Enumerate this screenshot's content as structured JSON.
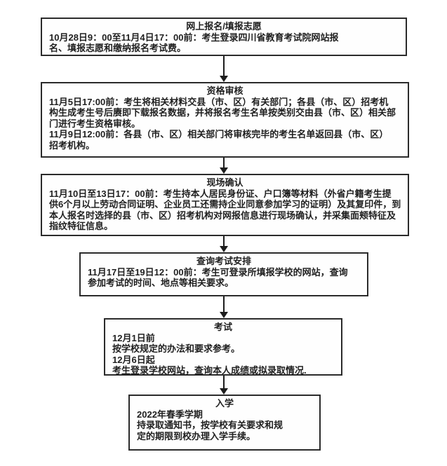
{
  "colors": {
    "background": "#ffffff",
    "line_color": "#2b2b2b",
    "text_color": "#1f1f1f"
  },
  "flowchart": {
    "steps": [
      {
        "id": "online-registration",
        "title": "网上报名/填报志愿",
        "lines": [
          "10月28日9：00至11月4日17：00前：考生登录四川省教育考试院网站报",
          "名、填报志愿和缴纳报名考试费。"
        ]
      },
      {
        "id": "qualification-review",
        "title": "资格审核",
        "lines": [
          "11月5日17:00前：考生将相关材料交县（市、区）有关部门；各县（市、区）招考机",
          "构生成考生号后赓即下载报名数据，并将报名考生名单按类别交由县（市、区）相关部",
          "门进行考生资格审核。",
          "11月9日12:00前：各县（市、区）相关部门将审核完毕的考生名单返回县（市、区）",
          "招考机构。"
        ]
      },
      {
        "id": "onsite-confirmation",
        "title": "现场确认",
        "lines": [
          "11月10日至13日17：00前：考生持本人居民身份证、户口簿等材料（外省户籍考生提",
          "供6个月以上劳动合同证明、企业员工还需持企业同意参加学习的证明）及其复印件，到",
          "本人报名时选择的县（市、区）招考机构对网报信息进行现场确认，并采集面颊特征及",
          "指纹特征信息。"
        ]
      },
      {
        "id": "exam-schedule-query",
        "title": "查询考试安排",
        "lines": [
          "11月17日至19日12：00前：考生可登录所填报学校的网站，查询",
          "参加考试的时间、地点等相关要求。"
        ]
      },
      {
        "id": "exam",
        "title": "考试",
        "lines": [
          "12月1日前",
          "按学校规定的办法和要求参考。",
          "12月6日起",
          "考生登录学校网站，查询本人成绩或拟录取情况."
        ]
      },
      {
        "id": "enrollment",
        "title": "入学",
        "lines": [
          "2022年春季学期",
          "持录取通知书，按学校有关要求和规",
          "定的期限到校办理入学手续。"
        ]
      }
    ]
  }
}
